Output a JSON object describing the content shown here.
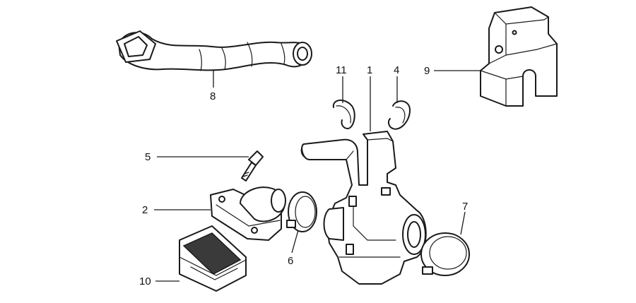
{
  "callouts": {
    "c1": "1",
    "c2": "2",
    "c4": "4",
    "c5": "5",
    "c6": "6",
    "c7": "7",
    "c8": "8",
    "c9": "9",
    "c10": "10",
    "c11": "11"
  },
  "colors": {
    "line": "#1a1a1a",
    "background": "#ffffff"
  }
}
